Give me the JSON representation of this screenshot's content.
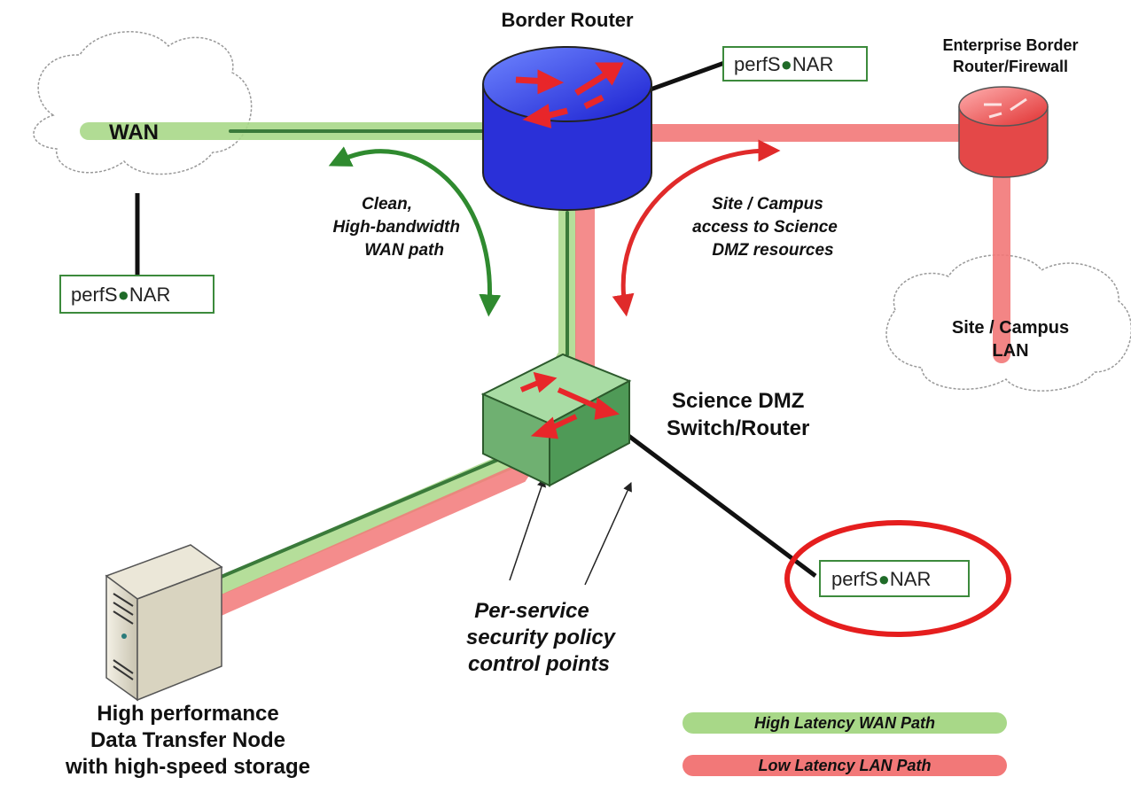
{
  "labels": {
    "border_router": "Border Router",
    "enterprise_line1": "Enterprise Border",
    "enterprise_line2": "Router/Firewall",
    "wan": "WAN",
    "clean_line1": "Clean,",
    "clean_line2": "High-bandwidth",
    "clean_line3": "WAN path",
    "site_access_line1": "Site / Campus",
    "site_access_line2": "access to Science",
    "site_access_line3": "DMZ resources",
    "site_lan_line1": "Site / Campus",
    "site_lan_line2": "LAN",
    "dmz_line1": "Science DMZ",
    "dmz_line2": "Switch/Router",
    "policy_line1": "Per-service",
    "policy_line2": "security policy",
    "policy_line3": "control points",
    "dtn_line1": "High performance",
    "dtn_line2": "Data Transfer Node",
    "dtn_line3": "with high-speed storage"
  },
  "perfsonar": {
    "prefix": "perfS",
    "suffix": "NAR"
  },
  "legend": {
    "wan_path": "High Latency WAN Path",
    "lan_path": "Low Latency LAN Path"
  },
  "colors": {
    "wan_path": "#a8d888",
    "lan_path": "#f27878",
    "highlight_circle": "#e51e1e"
  }
}
